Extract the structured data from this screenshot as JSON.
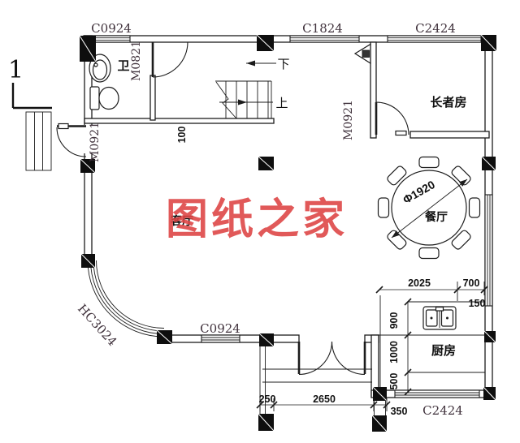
{
  "watermark": {
    "text": "图纸之家",
    "color": "#dd4343"
  },
  "grid_axis_marker": "1",
  "rooms": {
    "bathroom": "卫",
    "elder": "长者房",
    "living": "客厅",
    "dining": "餐厅",
    "kitchen": "厨房"
  },
  "stairs": {
    "up": "上",
    "down": "下"
  },
  "windows": {
    "top_left": "C0924",
    "top_mid": "C1824",
    "top_right": "C2424",
    "bottom_mid": "C0924",
    "bottom_right": "C2424",
    "corner_curved": "HC3024"
  },
  "doors": {
    "bathroom": "M0821",
    "entry": "M0921",
    "elder": "M0921"
  },
  "dims": {
    "hall_offset": "100",
    "table_diameter": "Φ1920",
    "kitchen_width": "2025",
    "kitchen_entry": "700",
    "right_gap": "150",
    "counter_depth": "900",
    "kitchen_mid": "1000",
    "kitchen_low": "500",
    "terrace_left": "250",
    "terrace_width": "2650",
    "terrace_right": "350"
  },
  "colors": {
    "line": "#1c1c1c",
    "column": "#0e0e0e"
  }
}
